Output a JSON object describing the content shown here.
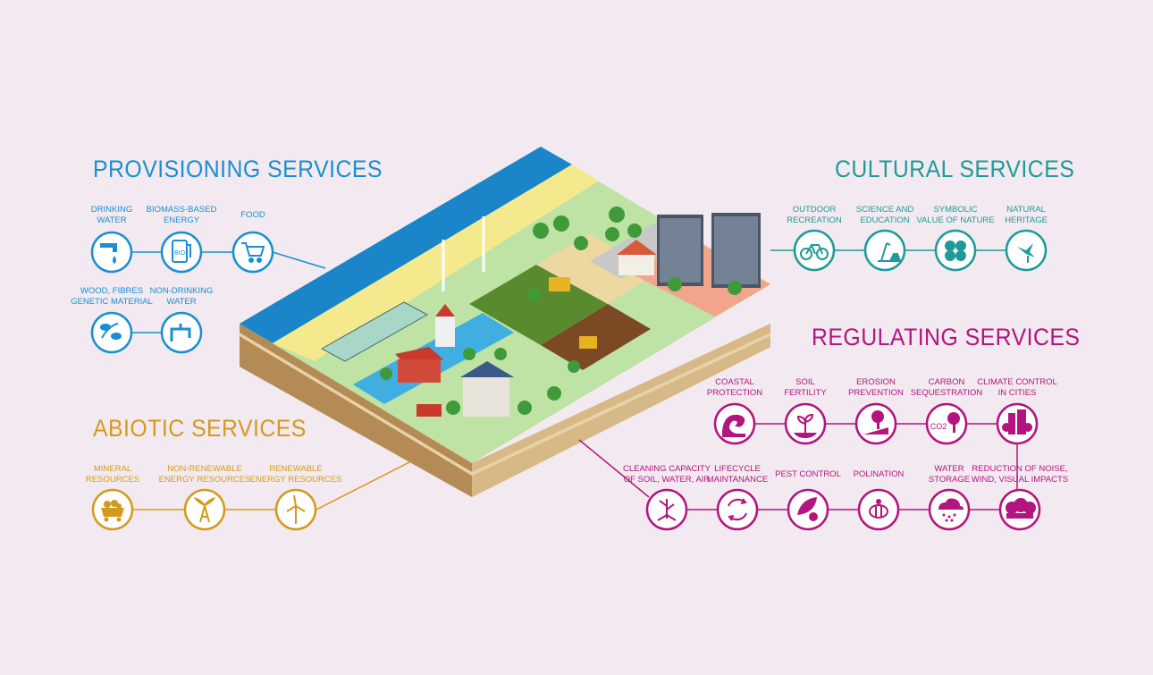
{
  "colors": {
    "provisioning": "#1a8fd0",
    "cultural": "#1f9a99",
    "regulating": "#b3147f",
    "abiotic": "#d39a1c",
    "background": "#f2eaf0"
  },
  "sections": {
    "provisioning": {
      "title": "PROVISIONING SERVICES",
      "items": [
        {
          "label": "DRINKING\nWATER",
          "icon": "faucet-icon"
        },
        {
          "label": "BIOMASS-BASED\nENERGY",
          "icon": "bio-fuel-pump-icon"
        },
        {
          "label": "FOOD",
          "icon": "shopping-cart-icon"
        },
        {
          "label": "WOOD, FIBRES\nGENETIC MATERIAL",
          "icon": "wood-fibre-icon"
        },
        {
          "label": "NON-DRINKING\nWATER",
          "icon": "water-pipe-icon"
        }
      ]
    },
    "cultural": {
      "title": "CULTURAL SERVICES",
      "items": [
        {
          "label": "OUTDOOR\nRECREATION",
          "icon": "bicycle-icon"
        },
        {
          "label": "SCIENCE AND\nEDUCATION",
          "icon": "microscope-icon"
        },
        {
          "label": "SYMBOLIC\nVALUE OF NATURE",
          "icon": "clover-icon"
        },
        {
          "label": "NATURAL\nHERITAGE",
          "icon": "hummingbird-icon"
        }
      ]
    },
    "regulating": {
      "title": "REGULATING SERVICES",
      "items": [
        {
          "label": "COASTAL\nPROTECTION",
          "icon": "wave-icon"
        },
        {
          "label": "SOIL\nFERTILITY",
          "icon": "sprout-icon"
        },
        {
          "label": "EROSION\nPREVENTION",
          "icon": "tree-slope-icon"
        },
        {
          "label": "CARBON\nSEQUESTRATION",
          "icon": "co2-tree-icon"
        },
        {
          "label": "CLIMATE CONTROL\nIN CITIES",
          "icon": "city-trees-icon"
        },
        {
          "label": "CLEANING CAPACITY\nOF SOIL, WATER, AIR",
          "icon": "roots-icon"
        },
        {
          "label": "LIFECYCLE\nMAINTANANCE",
          "icon": "cycle-arrows-icon"
        },
        {
          "label": "PEST CONTROL",
          "icon": "ladybug-leaf-icon"
        },
        {
          "label": "POLINATION",
          "icon": "bee-icon"
        },
        {
          "label": "WATER\nSTORAGE",
          "icon": "rain-cloud-icon"
        },
        {
          "label": "REDUCTION OF NOISE,\nWIND, VISUAL IMPACTS",
          "icon": "tree-row-icon"
        }
      ]
    },
    "abiotic": {
      "title": "ABIOTIC SERVICES",
      "items": [
        {
          "label": "MINERAL\nRESOURCES",
          "icon": "mine-cart-icon"
        },
        {
          "label": "NON-RENEWABLE\nENERGY RESOURCES",
          "icon": "oil-gusher-icon"
        },
        {
          "label": "RENEWABLE\nENERGY RESOURCES",
          "icon": "wind-turbine-icon"
        }
      ]
    }
  }
}
